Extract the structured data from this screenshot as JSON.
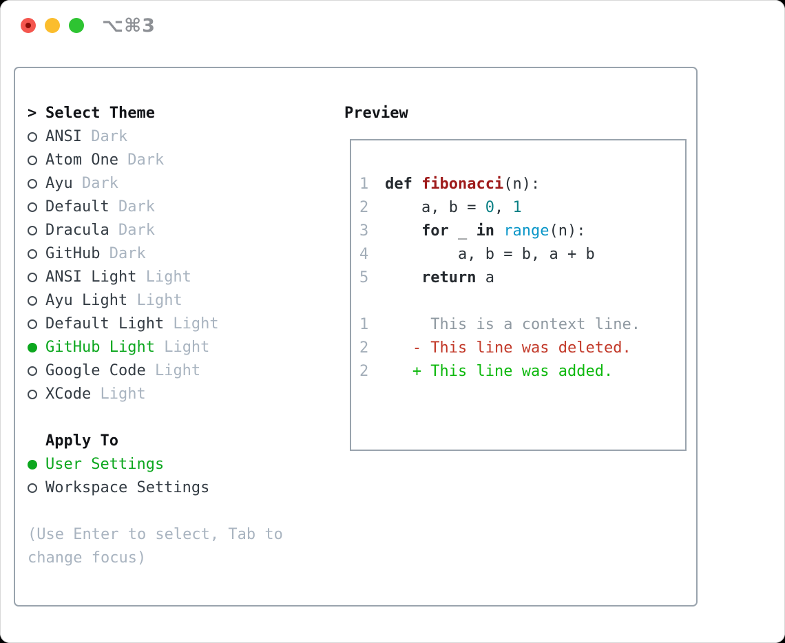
{
  "window": {
    "title": "⌥⌘3",
    "traffic_lights": [
      {
        "name": "close",
        "color": "#f4564e"
      },
      {
        "name": "minimize",
        "color": "#fbbd2d"
      },
      {
        "name": "zoom",
        "color": "#2ec432"
      }
    ]
  },
  "theme_panel": {
    "header": {
      "arrow": ">",
      "label": "Select Theme"
    },
    "themes": [
      {
        "name": "ANSI",
        "variant": "Dark",
        "selected": false
      },
      {
        "name": "Atom One",
        "variant": "Dark",
        "selected": false
      },
      {
        "name": "Ayu",
        "variant": "Dark",
        "selected": false
      },
      {
        "name": "Default",
        "variant": "Dark",
        "selected": false
      },
      {
        "name": "Dracula",
        "variant": "Dark",
        "selected": false
      },
      {
        "name": "GitHub",
        "variant": "Dark",
        "selected": false
      },
      {
        "name": "ANSI Light",
        "variant": "Light",
        "selected": false
      },
      {
        "name": "Ayu Light",
        "variant": "Light",
        "selected": false
      },
      {
        "name": "Default Light",
        "variant": "Light",
        "selected": false
      },
      {
        "name": "GitHub Light",
        "variant": "Light",
        "selected": true
      },
      {
        "name": "Google Code",
        "variant": "Light",
        "selected": false
      },
      {
        "name": "XCode",
        "variant": "Light",
        "selected": false
      }
    ],
    "apply_to": {
      "label": "Apply To",
      "options": [
        {
          "name": "User Settings",
          "selected": true
        },
        {
          "name": "Workspace Settings",
          "selected": false
        }
      ]
    },
    "help_lines": [
      "(Use Enter to select, Tab to",
      "change focus)"
    ]
  },
  "preview": {
    "title": "Preview",
    "code_lines": [
      {
        "num": "1",
        "segments": [
          {
            "t": "def ",
            "c": "kw"
          },
          {
            "t": "fibonacci",
            "c": "fn"
          },
          {
            "t": "(n):",
            "c": "pl"
          }
        ]
      },
      {
        "num": "2",
        "segments": [
          {
            "t": "    a, b = ",
            "c": "pl"
          },
          {
            "t": "0",
            "c": "num"
          },
          {
            "t": ", ",
            "c": "pl"
          },
          {
            "t": "1",
            "c": "num"
          }
        ]
      },
      {
        "num": "3",
        "segments": [
          {
            "t": "    ",
            "c": "pl"
          },
          {
            "t": "for",
            "c": "kw"
          },
          {
            "t": " _ ",
            "c": "pl"
          },
          {
            "t": "in",
            "c": "kw"
          },
          {
            "t": " ",
            "c": "pl"
          },
          {
            "t": "range",
            "c": "bi"
          },
          {
            "t": "(n):",
            "c": "pl"
          }
        ]
      },
      {
        "num": "4",
        "segments": [
          {
            "t": "        a, b = b, a + b",
            "c": "pl"
          }
        ]
      },
      {
        "num": "5",
        "segments": [
          {
            "t": "    ",
            "c": "pl"
          },
          {
            "t": "return",
            "c": "kw"
          },
          {
            "t": " a",
            "c": "pl"
          }
        ]
      },
      {
        "num": "",
        "segments": []
      },
      {
        "num": "1",
        "segments": [
          {
            "t": "     This is a context line.",
            "c": "ctx"
          }
        ]
      },
      {
        "num": "2",
        "segments": [
          {
            "t": "   - This line was deleted.",
            "c": "del"
          }
        ]
      },
      {
        "num": "2",
        "segments": [
          {
            "t": "   + This line was added.",
            "c": "add"
          }
        ]
      }
    ]
  },
  "colors": {
    "selection_green": "#0ca71e",
    "diff_added_green": "#0db80d",
    "diff_deleted_red": "#c23828",
    "function_red": "#9e1a1a",
    "number_teal": "#0b8085",
    "builtin_blue": "#0996c8",
    "muted_gray": "#a9b4c0",
    "panel_border": "#99a3ad"
  }
}
